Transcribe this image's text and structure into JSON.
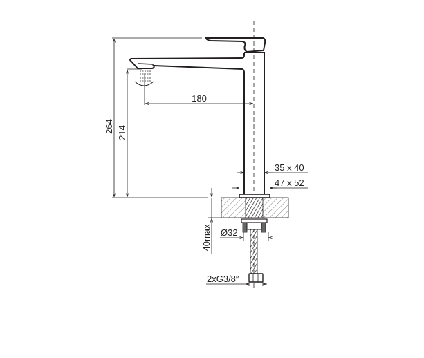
{
  "dimensions": {
    "total_height": "264",
    "spout_height": "214",
    "spout_reach": "180",
    "body_section": "35 x 40",
    "base_section": "47 x 52",
    "max_counter_thickness": "40max",
    "hole_diameter": "Ø32",
    "connection": "2xG3/8″"
  },
  "colors": {
    "line": "#231f20",
    "background": "#ffffff"
  }
}
